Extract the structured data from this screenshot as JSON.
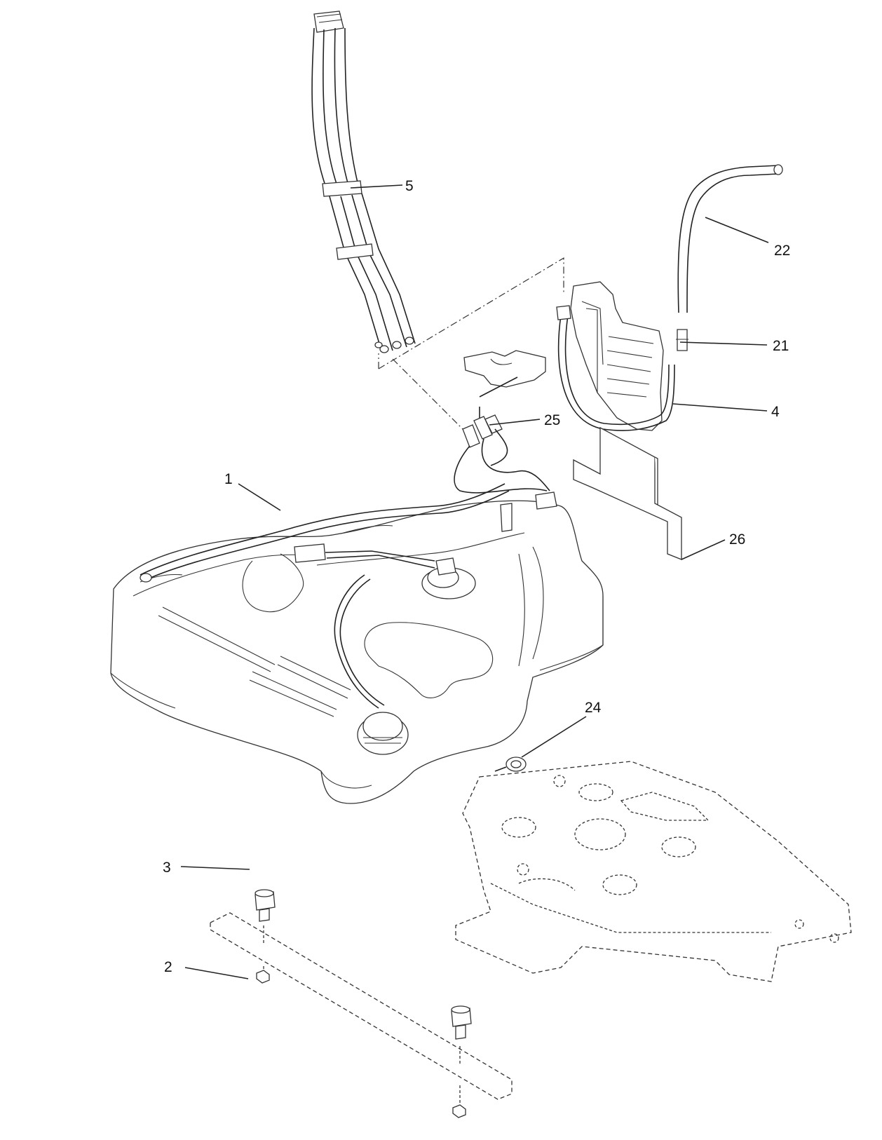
{
  "diagram": {
    "callouts": [
      {
        "id": "c1",
        "text": "1"
      },
      {
        "id": "c2",
        "text": "2"
      },
      {
        "id": "c3",
        "text": "3"
      },
      {
        "id": "c4",
        "text": "4"
      },
      {
        "id": "c5",
        "text": "5"
      },
      {
        "id": "c21",
        "text": "21"
      },
      {
        "id": "c22",
        "text": "22"
      },
      {
        "id": "c24",
        "text": "24"
      },
      {
        "id": "c25",
        "text": "25"
      },
      {
        "id": "c26",
        "text": "26"
      }
    ]
  }
}
